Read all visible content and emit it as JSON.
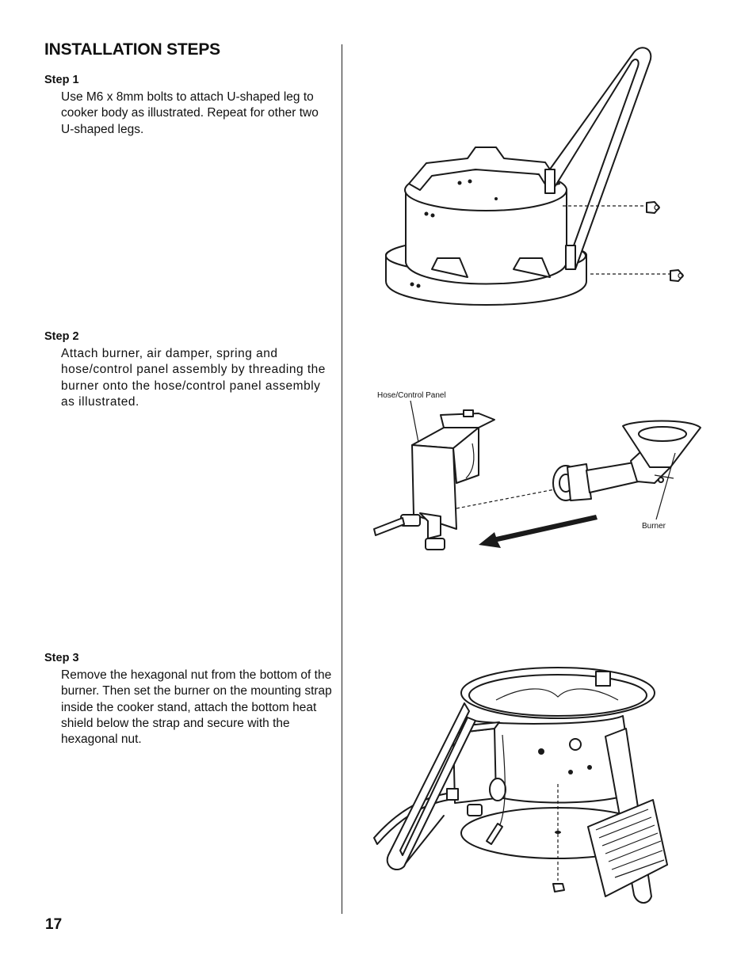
{
  "heading": "INSTALLATION STEPS",
  "steps": [
    {
      "title": "Step 1",
      "text": "Use M6 x 8mm bolts to attach U-shaped leg to cooker body as illustrated. Repeat for other two U-shaped legs."
    },
    {
      "title": "Step 2",
      "text": "Attach burner, air damper, spring and hose/control panel assembly by threading the burner onto the hose/control panel assembly as illustrated."
    },
    {
      "title": "Step 3",
      "text": "Remove the hexagonal nut from the bottom of the burner. Then set the burner on the mounting strap inside the cooker stand, attach the bottom heat shield below the strap and secure with the hexagonal nut."
    }
  ],
  "figure2": {
    "label_panel": "Hose/Control Panel",
    "label_burner": "Burner"
  },
  "page_number": "17"
}
